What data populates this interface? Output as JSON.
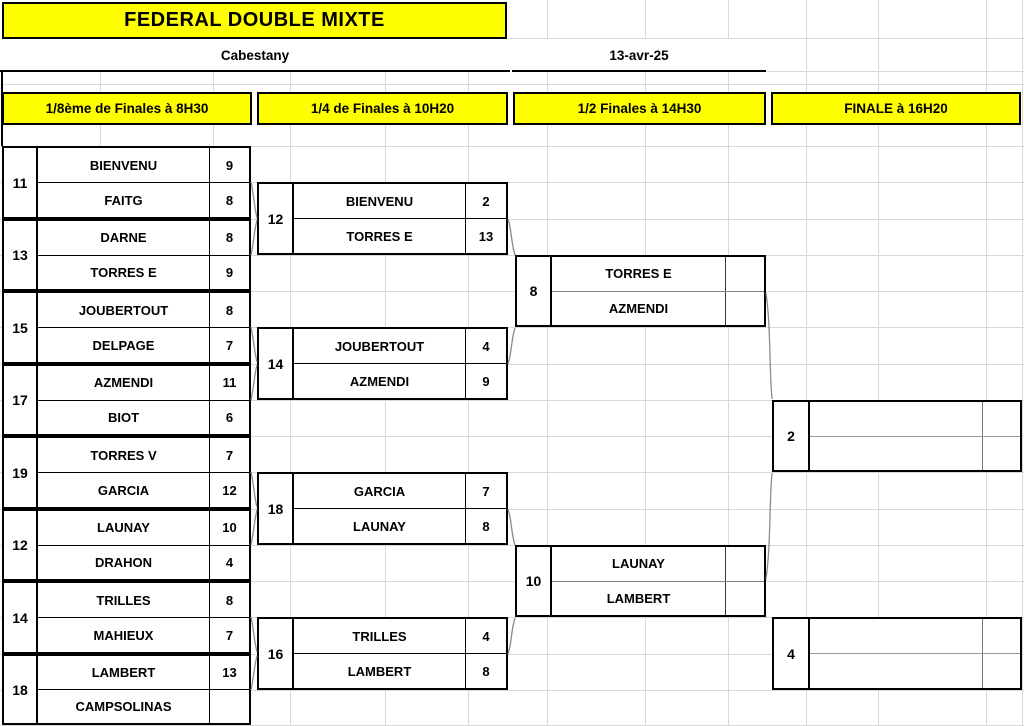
{
  "title": "FEDERAL DOUBLE MIXTE",
  "venue": "Cabestany",
  "date": "13-avr-25",
  "colors": {
    "header_bg": "#ffff00",
    "border": "#000000",
    "connector": "#8a8a8a",
    "gridline": "#d8d8d8"
  },
  "rounds": [
    {
      "label": "1/8ème de Finales à 8H30",
      "matches": [
        {
          "num": "11",
          "p1": "BIENVENU",
          "s1": "9",
          "p2": "FAITG",
          "s2": "8"
        },
        {
          "num": "13",
          "p1": "DARNE",
          "s1": "8",
          "p2": "TORRES E",
          "s2": "9"
        },
        {
          "num": "15",
          "p1": "JOUBERTOUT",
          "s1": "8",
          "p2": "DELPAGE",
          "s2": "7"
        },
        {
          "num": "17",
          "p1": "AZMENDI",
          "s1": "11",
          "p2": "BIOT",
          "s2": "6"
        },
        {
          "num": "19",
          "p1": "TORRES V",
          "s1": "7",
          "p2": "GARCIA",
          "s2": "12"
        },
        {
          "num": "12",
          "p1": "LAUNAY",
          "s1": "10",
          "p2": "DRAHON",
          "s2": "4"
        },
        {
          "num": "14",
          "p1": "TRILLES",
          "s1": "8",
          "p2": "MAHIEUX",
          "s2": "7"
        },
        {
          "num": "18",
          "p1": "LAMBERT",
          "s1": "13",
          "p2": "CAMPSOLINAS",
          "s2": ""
        }
      ]
    },
    {
      "label": "1/4 de Finales à 10H20",
      "matches": [
        {
          "num": "12",
          "p1": "BIENVENU",
          "s1": "2",
          "p2": "TORRES E",
          "s2": "13"
        },
        {
          "num": "14",
          "p1": "JOUBERTOUT",
          "s1": "4",
          "p2": "AZMENDI",
          "s2": "9"
        },
        {
          "num": "18",
          "p1": "GARCIA",
          "s1": "7",
          "p2": "LAUNAY",
          "s2": "8"
        },
        {
          "num": "16",
          "p1": "TRILLES",
          "s1": "4",
          "p2": "LAMBERT",
          "s2": "8"
        }
      ]
    },
    {
      "label": "1/2 Finales à 14H30",
      "matches": [
        {
          "num": "8",
          "p1": "TORRES E",
          "s1": "",
          "p2": "AZMENDI",
          "s2": ""
        },
        {
          "num": "10",
          "p1": "LAUNAY",
          "s1": "",
          "p2": "LAMBERT",
          "s2": ""
        }
      ]
    },
    {
      "label": "FINALE à 16H20",
      "matches": [
        {
          "num": "2",
          "p1": "",
          "s1": "",
          "p2": "",
          "s2": ""
        },
        {
          "num": "4",
          "p1": "",
          "s1": "",
          "p2": "",
          "s2": ""
        }
      ]
    }
  ]
}
